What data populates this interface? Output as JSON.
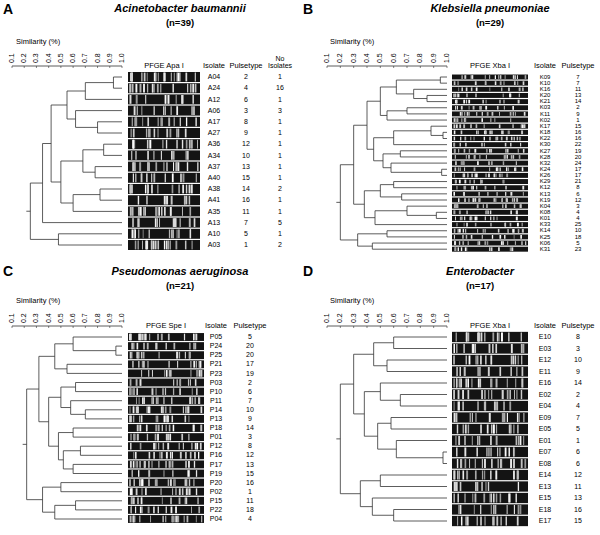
{
  "diagram": {
    "labels": [
      "A",
      "Acinetobacter baumannii",
      "(n=39)",
      "Similarity (%)",
      "0.1",
      "0.2",
      "0.3",
      "0.4",
      "0.5",
      "0.6",
      "0.7",
      "0.8",
      "0.9",
      "1.0",
      "PFGE Apa I",
      "Isolate",
      "Pulsetype",
      "No Isolates",
      "A04",
      "2",
      "1",
      "A24",
      "4",
      "16",
      "A12",
      "6",
      "1",
      "A06",
      "3",
      "3",
      "A17",
      "8",
      "1",
      "A27",
      "9",
      "1",
      "A36",
      "12",
      "1",
      "A34",
      "10",
      "1",
      "A37",
      "13",
      "1",
      "A40",
      "15",
      "1",
      "A38",
      "14",
      "2",
      "A41",
      "16",
      "1",
      "A35",
      "11",
      "1",
      "A13",
      "7",
      "5",
      "A10",
      "5",
      "1",
      "A03",
      "1",
      "2",
      "B",
      "Klebsiella pneumoniae",
      "(n=29)",
      "Similarity (%)",
      "0.1",
      "0.2",
      "0.3",
      "0.4",
      "0.5",
      "0.6",
      "0.7",
      "0.8",
      "0.9",
      "1.0",
      "PFGE Xba I",
      "Isolate",
      "Pulsetype",
      "K09",
      "7",
      "K10",
      "7",
      "K16",
      "11",
      "K20",
      "13",
      "K21",
      "14",
      "K03",
      "2",
      "K11",
      "9",
      "K02",
      "1",
      "K17",
      "15",
      "K18",
      "16",
      "K22",
      "16",
      "K30",
      "22",
      "K27",
      "19",
      "K28",
      "20",
      "K32",
      "24",
      "K24",
      "17",
      "K26",
      "17",
      "K29",
      "21",
      "K12",
      "8",
      "K13",
      "6",
      "K19",
      "12",
      "K04",
      "3",
      "K08",
      "4",
      "K01",
      "4",
      "K33",
      "25",
      "K14",
      "10",
      "K25",
      "18",
      "K06",
      "5",
      "K31",
      "23",
      "C",
      "Pseudomonas aeruginosa",
      "(n=21)",
      "Similarity (%)",
      "0.1",
      "0.2",
      "0.3",
      "0.4",
      "0.5",
      "0.6",
      "0.7",
      "0.8",
      "0.9",
      "1.0",
      "PFGE Spe I",
      "Isolate",
      "Pulsetype",
      "P05",
      "5",
      "P24",
      "20",
      "P25",
      "20",
      "P21",
      "17",
      "P23",
      "19",
      "P03",
      "2",
      "P10",
      "6",
      "P11",
      "7",
      "P14",
      "10",
      "P13",
      "9",
      "P18",
      "14",
      "P01",
      "3",
      "P12",
      "8",
      "P16",
      "12",
      "P17",
      "13",
      "P19",
      "15",
      "P20",
      "16",
      "P02",
      "1",
      "P15",
      "11",
      "P22",
      "18",
      "P04",
      "4",
      "D",
      "Enterobacter",
      "(n=17)",
      "Similarity (%)",
      "0.1",
      "0.2",
      "0.3",
      "0.4",
      "0.5",
      "0.6",
      "0.7",
      "0.8",
      "0.9",
      "1.0",
      "PFGE Xba I",
      "Isolate",
      "Pulsetype",
      "E10",
      "8",
      "E03",
      "3",
      "E12",
      "10",
      "E11",
      "9",
      "E16",
      "14",
      "E02",
      "2",
      "E04",
      "4",
      "E09",
      "7",
      "E05",
      "5",
      "E01",
      "1",
      "E07",
      "6",
      "E08",
      "6",
      "E14",
      "12",
      "E13",
      "11",
      "E15",
      "13",
      "E18",
      "16",
      "E17",
      "15"
    ]
  }
}
